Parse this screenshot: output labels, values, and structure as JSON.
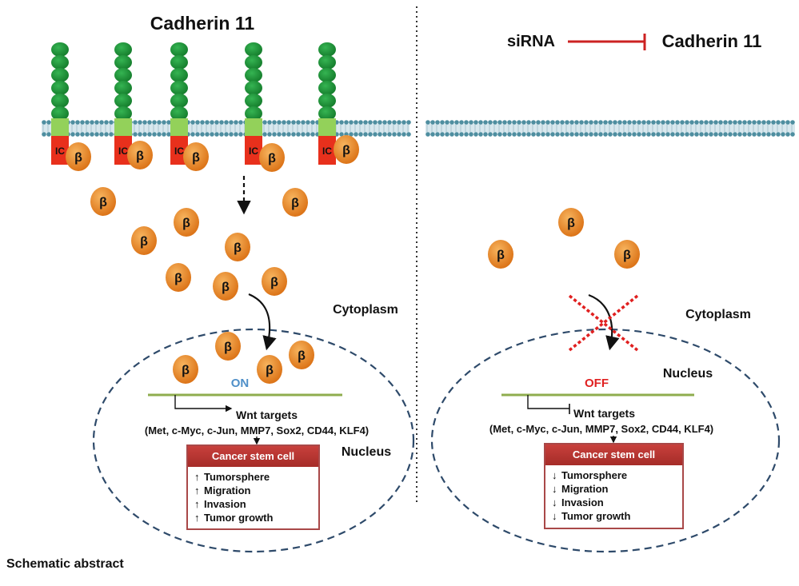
{
  "left_panel": {
    "title": "Cadherin 11",
    "ic_label": "IC",
    "beta_label": "β",
    "cytoplasm_label": "Cytoplasm",
    "nucleus_label": "Nucleus",
    "state_label": "ON",
    "wnt_label": "Wnt targets",
    "targets_label": "(Met, c-Myc, c-Jun, MMP7, Sox2, CD44, KLF4)",
    "csc_title": "Cancer stem cell",
    "csc_arrow": "↑",
    "csc_items": [
      "Tumorsphere",
      "Migration",
      "Invasion",
      "Tumor growth"
    ]
  },
  "right_panel": {
    "sirna_label": "siRNA",
    "title": "Cadherin 11",
    "beta_label": "β",
    "cytoplasm_label": "Cytoplasm",
    "nucleus_label": "Nucleus",
    "state_label": "OFF",
    "wnt_label": "Wnt targets",
    "targets_label": "(Met, c-Myc, c-Jun, MMP7, Sox2, CD44, KLF4)",
    "csc_title": "Cancer stem cell",
    "csc_arrow": "↓",
    "csc_items": [
      "Tumorsphere",
      "Migration",
      "Invasion",
      "Tumor growth"
    ]
  },
  "caption": "Schematic abstract",
  "colors": {
    "membrane": "#4e8ea0",
    "ecto_domain": "#1e9a3a",
    "tm_domain": "#93d15a",
    "ic_domain": "#e8301c",
    "beta": "#e8892a",
    "on_label": "#4f8fc8",
    "off_label": "#e02020",
    "inhibit": "#cc2222",
    "chromatin": "#8fad4e",
    "nucleus_border": "#2e4a6a",
    "csc_header": "#b8322e"
  }
}
